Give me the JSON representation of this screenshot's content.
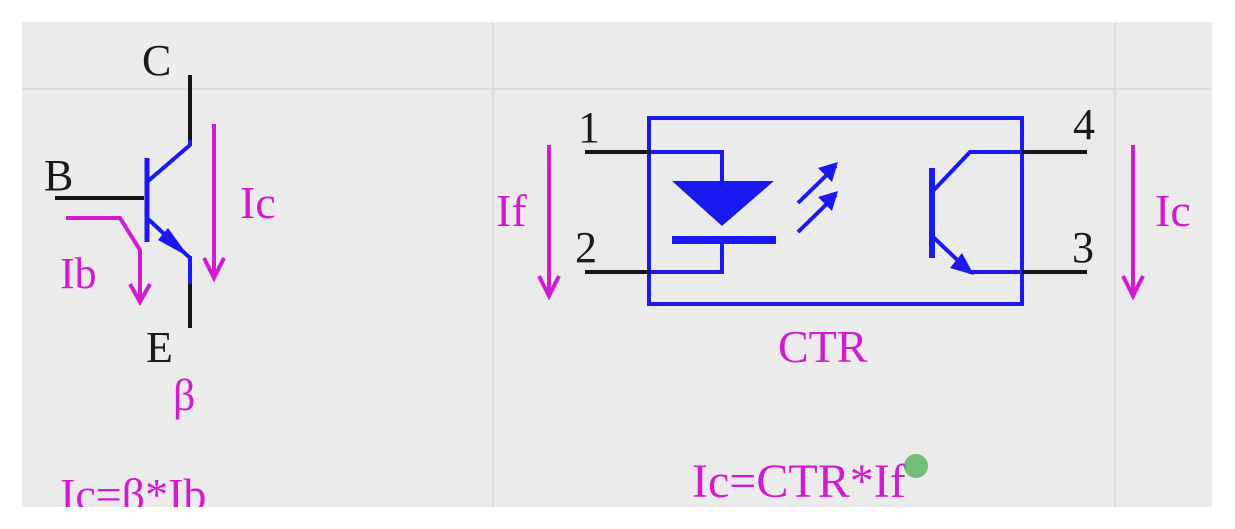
{
  "colors": {
    "panel_background": "#ebebeb",
    "grid_line": "#dcdcdc",
    "schematic_blue": "#1a1af0",
    "pin_black": "#141414",
    "annotation_magenta": "#d21ad2",
    "cursor_dot": "#4caf50"
  },
  "transistor": {
    "collector_label": "C",
    "base_label": "B",
    "emitter_label": "E",
    "collector_current_label": "Ic",
    "base_current_label": "Ib",
    "gain_label": "β",
    "formula": "Ic=β*Ib"
  },
  "optocoupler": {
    "pin1_label": "1",
    "pin2_label": "2",
    "pin3_label": "3",
    "pin4_label": "4",
    "input_current_label": "If",
    "output_current_label": "Ic",
    "ratio_label": "CTR",
    "formula": "Ic=CTR*If"
  }
}
